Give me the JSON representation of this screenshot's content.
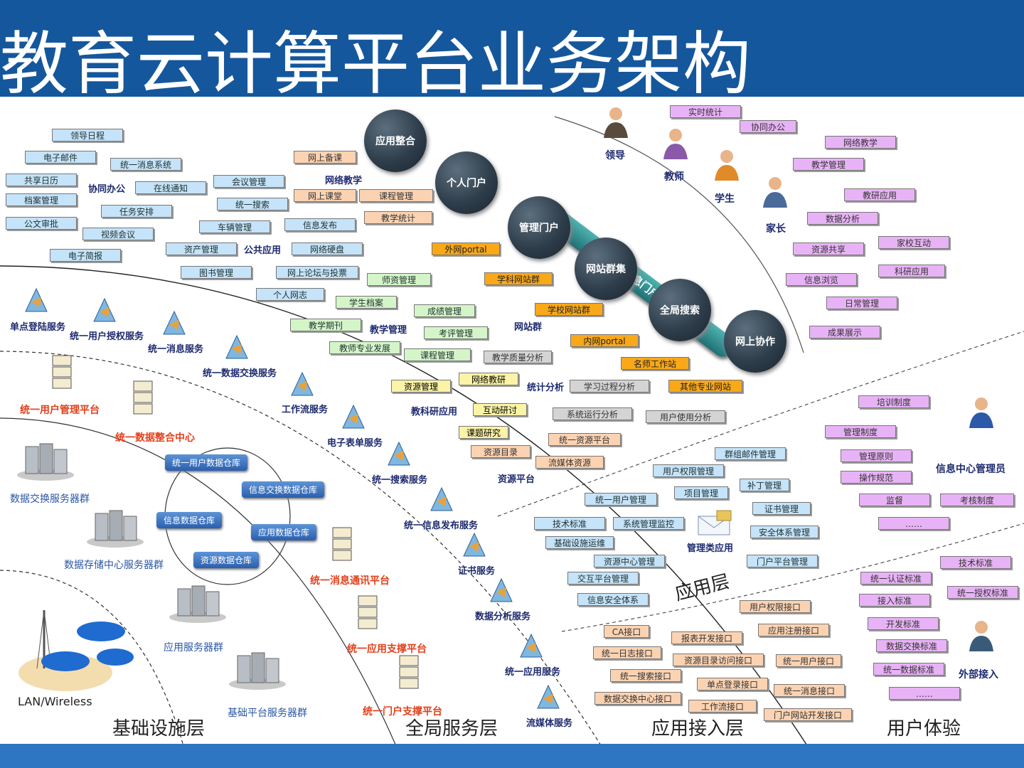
{
  "title": "教育云计算平台业务架构",
  "layers": {
    "infrastructure": "基础设施层",
    "global_services": "全局服务层",
    "app_access": "应用接入层",
    "user_experience": "用户体验",
    "application": "应用层"
  },
  "portal_band": "统一信息门户",
  "orbs": [
    "应用整合",
    "个人门户",
    "管理门户",
    "网站群集",
    "全局搜索",
    "网上协作"
  ],
  "roles": {
    "leader": "领导",
    "teacher": "教师",
    "student": "学生",
    "parent": "家长",
    "info_admin": "信息中心管理员",
    "external": "外部接入"
  },
  "collab": {
    "label": "协同办公",
    "items": [
      "领导日程",
      "电子邮件",
      "统一消息系统",
      "共享日历",
      "在线通知",
      "档案管理",
      "任务安排",
      "公文审批",
      "视频会议",
      "电子简报"
    ]
  },
  "public": {
    "label": "公共应用",
    "items": [
      "会议管理",
      "统一搜索",
      "车辆管理",
      "信息发布",
      "资产管理",
      "网络硬盘",
      "图书管理",
      "网上论坛与投票",
      "个人网志"
    ]
  },
  "net_teach": {
    "label": "网络教学",
    "items": [
      "网上备课",
      "网上课堂",
      "课程管理",
      "教学统计"
    ]
  },
  "teach_mgmt": {
    "label": "教学管理",
    "items": [
      "师资管理",
      "学生档案",
      "成绩管理",
      "教学期刊",
      "考评管理",
      "教师专业发展",
      "课程管理"
    ]
  },
  "site_group": {
    "label": "网站群",
    "items": [
      "外网portal",
      "学科网站群",
      "学校网站群",
      "内网portal",
      "名师工作站",
      "其他专业网站"
    ]
  },
  "stats": {
    "label": "统计分析",
    "items": [
      "教学质量分析",
      "学习过程分析",
      "系统运行分析",
      "用户使用分析"
    ]
  },
  "research": {
    "label": "教科研应用",
    "items": [
      "网络教研",
      "资源管理",
      "互动研讨",
      "课题研究"
    ]
  },
  "resource": {
    "label": "资源平台",
    "items": [
      "资源目录",
      "流媒体资源",
      "统一资源平台"
    ]
  },
  "mgmt_app": {
    "label": "管理类应用",
    "items": [
      "群组邮件管理",
      "用户权限管理",
      "补丁管理",
      "项目管理",
      "统一用户管理",
      "证书管理",
      "技术标准",
      "系统管理监控",
      "安全体系管理",
      "基础设施运维",
      "资源中心管理",
      "门户平台管理",
      "交互平台管理",
      "信息安全体系"
    ]
  },
  "user_right": [
    "实时统计",
    "协同办公",
    "网络教学",
    "教学管理",
    "教研应用",
    "数据分析",
    "家校互动",
    "资源共享",
    "科研应用",
    "信息浏览",
    "日常管理",
    "成果展示"
  ],
  "admin_items": [
    "培训制度",
    "管理制度",
    "管理原则",
    "操作规范",
    "监督",
    "考核制度",
    "……"
  ],
  "ext_items": [
    "技术标准",
    "统一认证标准",
    "统一授权标准",
    "接入标准",
    "开发标准",
    "数据交换标准",
    "统一数据标准",
    "……"
  ],
  "interfaces": [
    "用户权限接口",
    "CA接口",
    "报表开发接口",
    "应用注册接口",
    "统一日志接口",
    "资源目录访问接口",
    "统一用户接口",
    "统一搜索接口",
    "单点登录接口",
    "统一消息接口",
    "数据交换中心接口",
    "工作流接口",
    "门户网站开发接口"
  ],
  "services": [
    "单点登陆服务",
    "统一用户授权服务",
    "统一消息服务",
    "统一数据交换服务",
    "工作流服务",
    "电子表单服务",
    "统一搜索服务",
    "统一信息发布服务",
    "证书服务",
    "数据分析服务",
    "统一应用服务",
    "流媒体服务"
  ],
  "platforms": [
    "统一用户管理平台",
    "统一数据整合中心",
    "统一消息通讯平台",
    "统一应用支撑平台",
    "统一门户支撑平台"
  ],
  "warehouses": [
    "统一用户数据仓库",
    "信息交换数据仓库",
    "信息数据仓库",
    "应用数据仓库",
    "资源数据仓库"
  ],
  "server_groups": [
    "数据交换服务器群",
    "数据存储中心服务器群",
    "应用服务器群",
    "基础平台服务器群"
  ],
  "network": "LAN/Wireless"
}
